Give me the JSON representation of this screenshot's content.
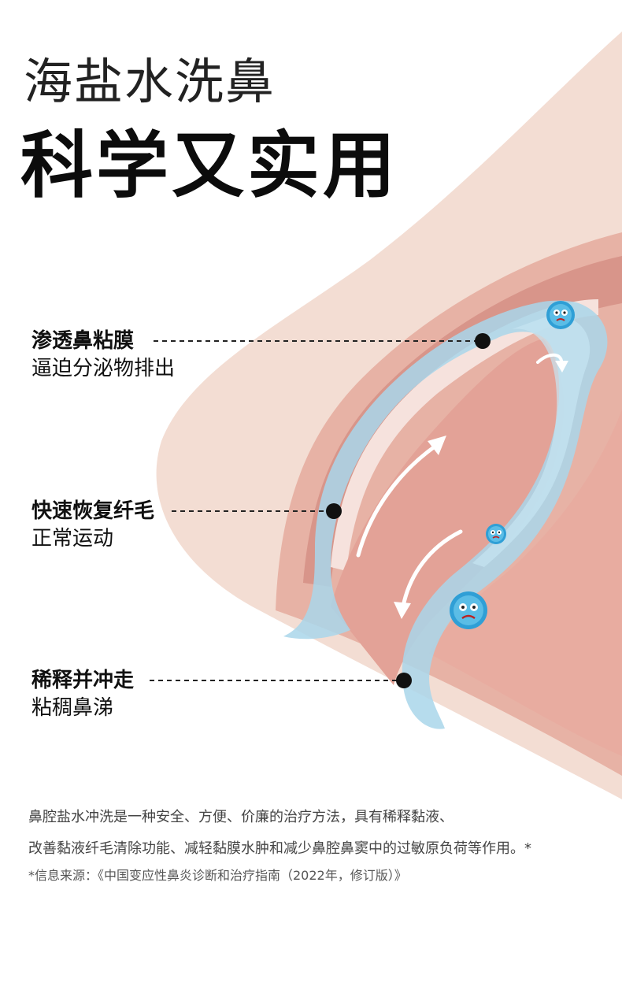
{
  "headline": {
    "line1": "海盐水洗鼻",
    "line2": "科学又实用"
  },
  "callouts": [
    {
      "main": "渗透鼻粘膜",
      "sub": "逼迫分泌物排出"
    },
    {
      "main": "快速恢复纤毛",
      "sub": "正常运动"
    },
    {
      "main": "稀释并冲走",
      "sub": "粘稠鼻涕"
    }
  ],
  "description": {
    "line1": "鼻腔盐水冲洗是一种安全、方便、价廉的治疗方法，具有稀释黏液、",
    "line2": "改善黏液纤毛清除功能、减轻黏膜水肿和减少鼻腔鼻窦中的过敏原负荷等作用。*"
  },
  "source_note": "*信息来源：《中国变应性鼻炎诊断和治疗指南（2022年，修订版）》",
  "colors": {
    "skin_light": "#f3ddd3",
    "tissue": "#e9b0a3",
    "tissue_dark": "#d9968a",
    "mucosa_inner": "#e8a9a0",
    "saline": "#a9d6ea",
    "germ": "#2f9fd6",
    "text_dark": "#111111",
    "text_muted": "#444444"
  }
}
